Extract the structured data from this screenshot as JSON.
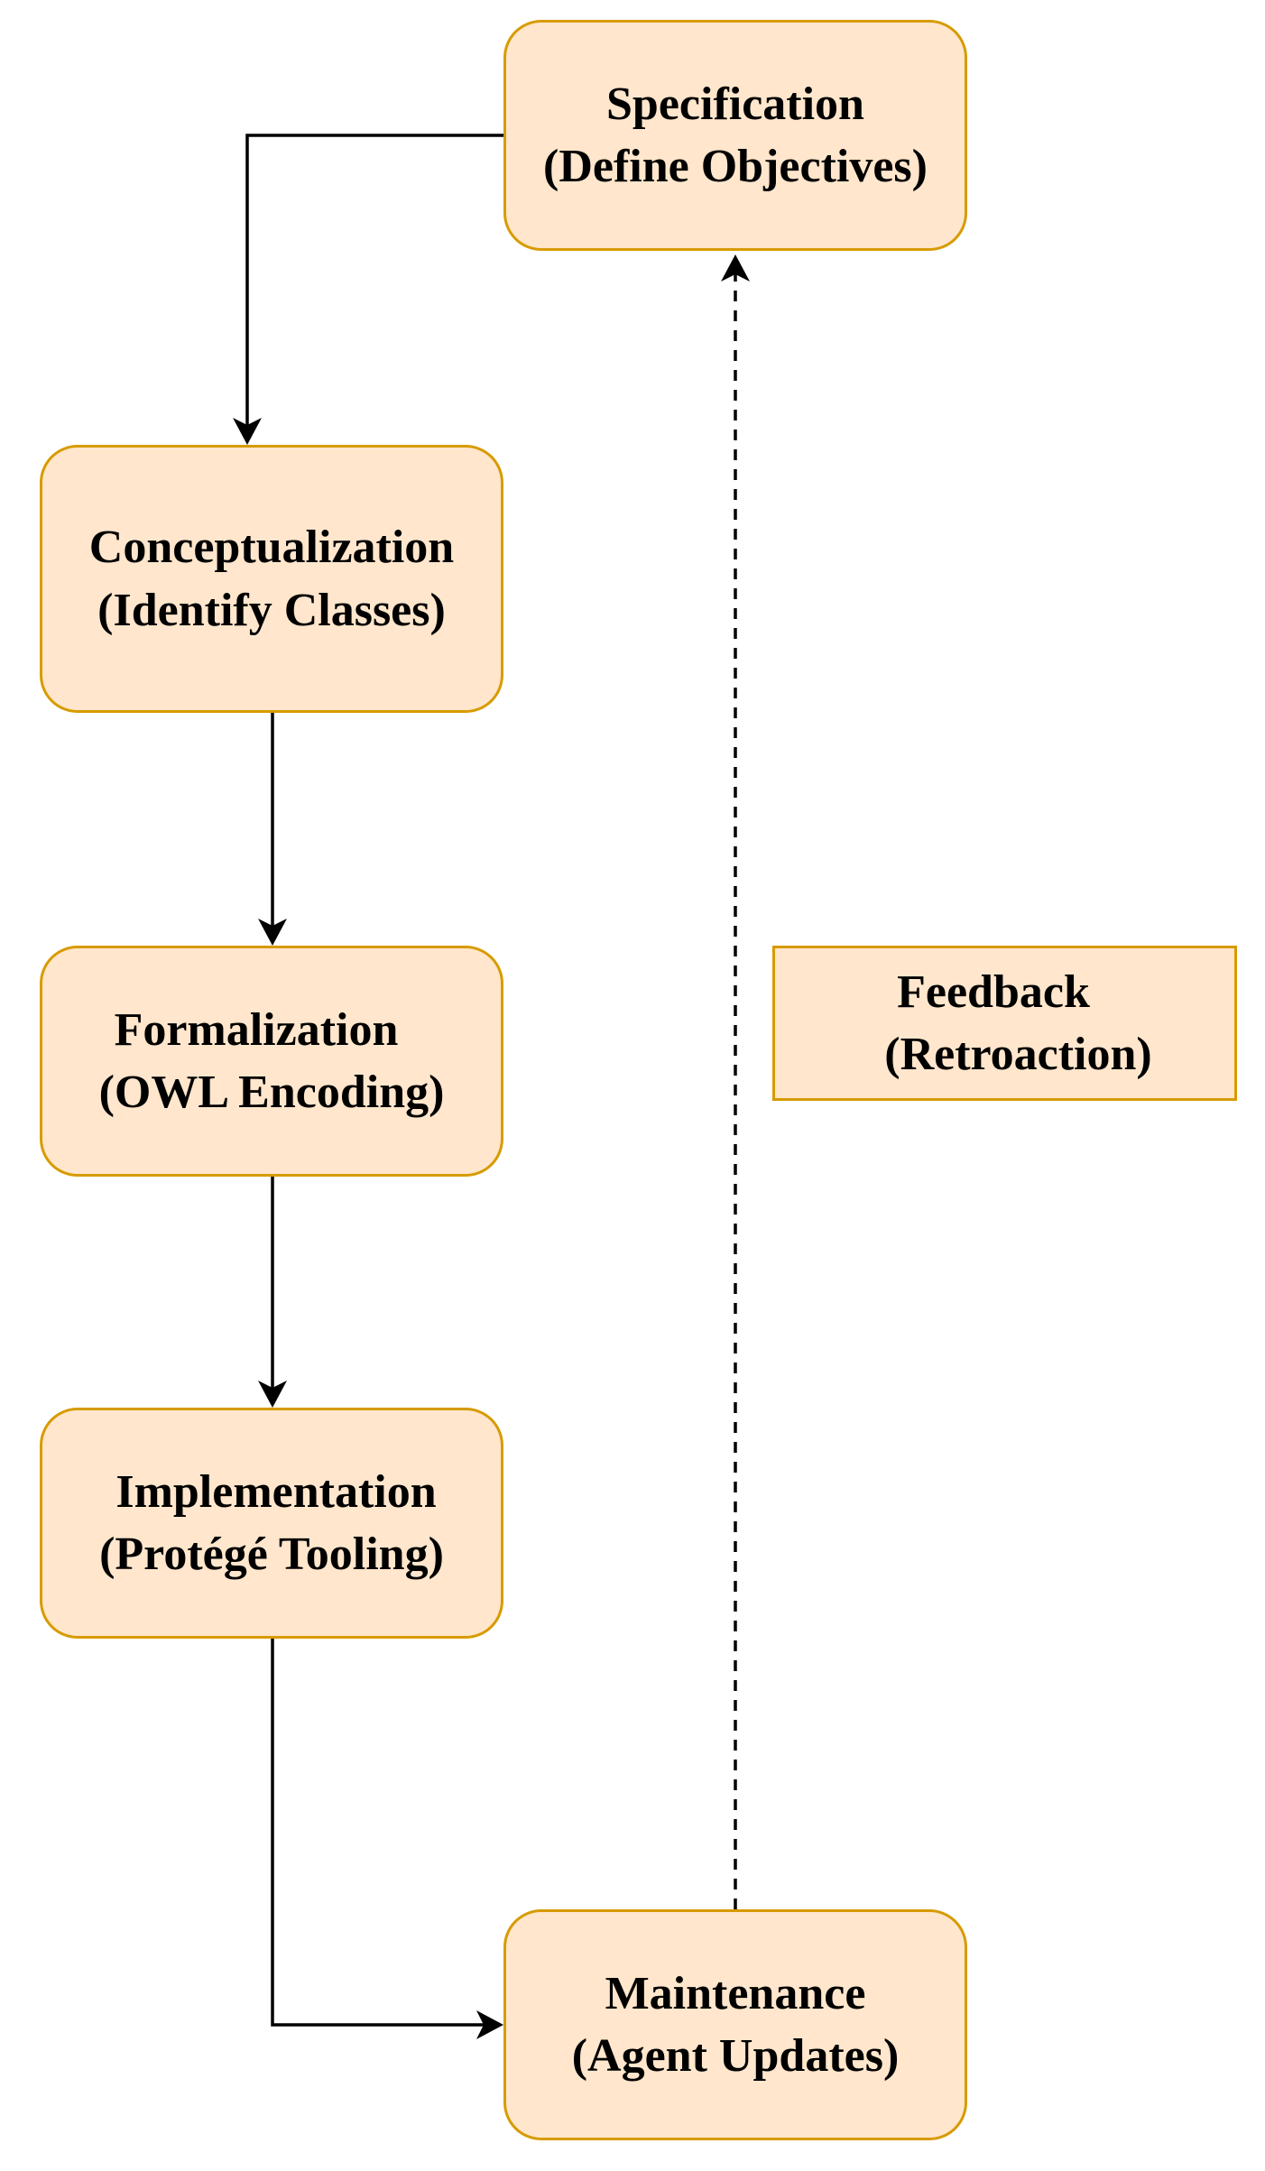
{
  "diagram": {
    "nodes": [
      {
        "id": "specification",
        "line1": "Specification",
        "line2": "(Define Objectives)"
      },
      {
        "id": "conceptualization",
        "line1": "Conceptualization",
        "line2": "(Identify Classes)"
      },
      {
        "id": "formalization",
        "line1": "Formalization",
        "line2": "(OWL Encoding)"
      },
      {
        "id": "implementation",
        "line1": "Implementation",
        "line2": "(Protégé Tooling)"
      },
      {
        "id": "maintenance",
        "line1": "Maintenance",
        "line2": "(Agent Updates)"
      }
    ],
    "annotation": {
      "line1": "Feedback",
      "line2": "(Retroaction)"
    },
    "edges": [
      {
        "from": "specification",
        "to": "conceptualization",
        "style": "solid"
      },
      {
        "from": "conceptualization",
        "to": "formalization",
        "style": "solid"
      },
      {
        "from": "formalization",
        "to": "implementation",
        "style": "solid"
      },
      {
        "from": "implementation",
        "to": "maintenance",
        "style": "solid"
      },
      {
        "from": "maintenance",
        "to": "specification",
        "style": "dashed"
      }
    ],
    "colors": {
      "node_fill": "#ffe6cc",
      "node_border": "#d79b00",
      "edge": "#000000",
      "text": "#000000"
    }
  }
}
